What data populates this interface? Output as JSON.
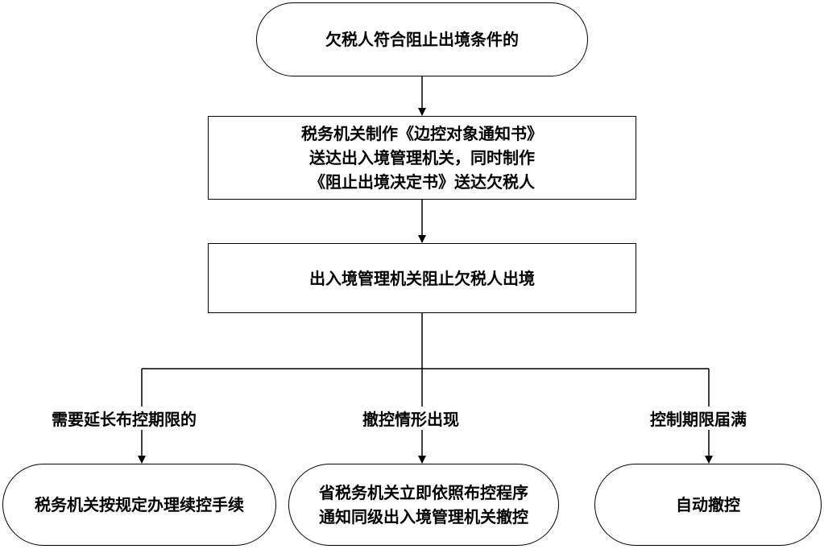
{
  "nodes": {
    "start": "欠税人符合阻止出境条件的",
    "step1_lines": [
      "税务机关制作《边控对象通知书》",
      "送达出入境管理机关，同时制作",
      "《阻止出境决定书》送达欠税人"
    ],
    "step2": "出入境管理机关阻止欠税人出境",
    "out_left": "税务机关按规定办理续控手续",
    "out_mid_lines": [
      "省税务机关立即依照布控程序",
      "通知同级出入境管理机关撤控"
    ],
    "out_right": "自动撤控"
  },
  "labels": {
    "left": "需要延长布控期限的",
    "mid": "撤控情形出现",
    "right": "控制期限届满"
  }
}
